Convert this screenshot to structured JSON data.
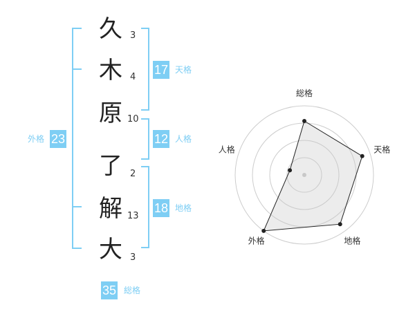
{
  "name_chars": [
    {
      "char": "久",
      "strokes": "3"
    },
    {
      "char": "木",
      "strokes": "4"
    },
    {
      "char": "原",
      "strokes": "10"
    },
    {
      "char": "了",
      "strokes": "2"
    },
    {
      "char": "解",
      "strokes": "13"
    },
    {
      "char": "大",
      "strokes": "3"
    }
  ],
  "fortunes": {
    "tenkaku": {
      "value": "17",
      "label": "天格"
    },
    "jinkaku": {
      "value": "12",
      "label": "人格"
    },
    "chikaku": {
      "value": "18",
      "label": "地格"
    },
    "gaikaku": {
      "value": "23",
      "label": "外格"
    },
    "soukaku": {
      "value": "35",
      "label": "総格"
    }
  },
  "colors": {
    "accent": "#7ecef4",
    "text": "#222222"
  },
  "chart_data": {
    "type": "radar",
    "axes": [
      "総格",
      "天格",
      "地格",
      "外格",
      "人格"
    ],
    "values": [
      0.78,
      0.88,
      0.88,
      1.0,
      0.22
    ],
    "max": 1.0,
    "rings": 4
  }
}
